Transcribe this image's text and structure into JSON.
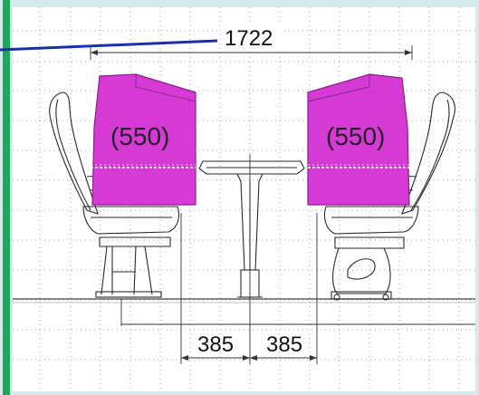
{
  "colors": {
    "frame_border": "#d4eaea",
    "left_stripe": "#1fa85a",
    "leader_line": "#1a2fa8",
    "seat_block": "#d53ad5",
    "seat_block_edge": "#8a1f8a",
    "grid": "#8a8a8a",
    "outline": "#2a2a2a"
  },
  "dimensions": {
    "overall_width": "1722",
    "left_block_depth": "(550)",
    "right_block_depth": "(550)",
    "left_gap": "385",
    "right_gap": "385"
  }
}
